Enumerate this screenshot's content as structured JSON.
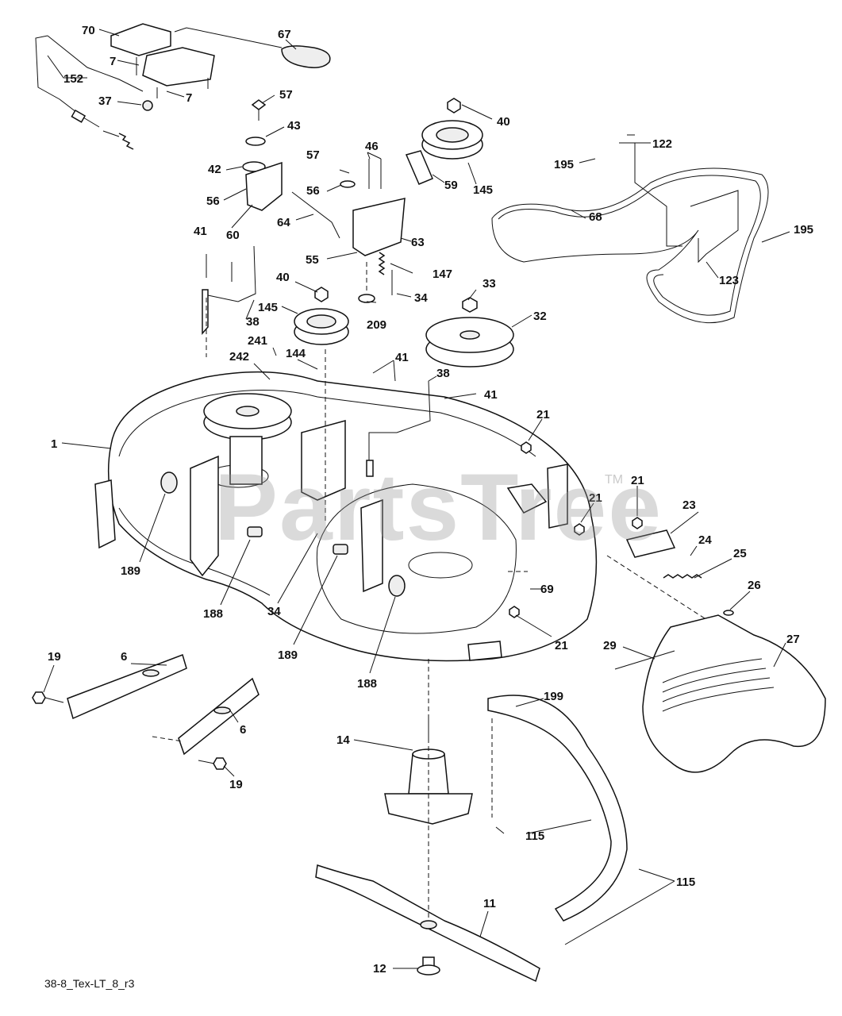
{
  "watermark": "PartsTree",
  "watermark_tm": "TM",
  "footer_code": "38-8_Tex-LT_8_r3",
  "callouts": [
    {
      "label": "70"
    },
    {
      "label": "7"
    },
    {
      "label": "152"
    },
    {
      "label": "37"
    },
    {
      "label": "7"
    },
    {
      "label": "67"
    },
    {
      "label": "57"
    },
    {
      "label": "43"
    },
    {
      "label": "42"
    },
    {
      "label": "56"
    },
    {
      "label": "60"
    },
    {
      "label": "57"
    },
    {
      "label": "46"
    },
    {
      "label": "56"
    },
    {
      "label": "64"
    },
    {
      "label": "40"
    },
    {
      "label": "145"
    },
    {
      "label": "59"
    },
    {
      "label": "122"
    },
    {
      "label": "195"
    },
    {
      "label": "68"
    },
    {
      "label": "195"
    },
    {
      "label": "123"
    },
    {
      "label": "63"
    },
    {
      "label": "55"
    },
    {
      "label": "147"
    },
    {
      "label": "41"
    },
    {
      "label": "38"
    },
    {
      "label": "40"
    },
    {
      "label": "145"
    },
    {
      "label": "34"
    },
    {
      "label": "209"
    },
    {
      "label": "33"
    },
    {
      "label": "32"
    },
    {
      "label": "241"
    },
    {
      "label": "242"
    },
    {
      "label": "144"
    },
    {
      "label": "41"
    },
    {
      "label": "38"
    },
    {
      "label": "41"
    },
    {
      "label": "1"
    },
    {
      "label": "21"
    },
    {
      "label": "21"
    },
    {
      "label": "21"
    },
    {
      "label": "23"
    },
    {
      "label": "24"
    },
    {
      "label": "25"
    },
    {
      "label": "26"
    },
    {
      "label": "189"
    },
    {
      "label": "188"
    },
    {
      "label": "34"
    },
    {
      "label": "189"
    },
    {
      "label": "188"
    },
    {
      "label": "69"
    },
    {
      "label": "21"
    },
    {
      "label": "29"
    },
    {
      "label": "27"
    },
    {
      "label": "19"
    },
    {
      "label": "6"
    },
    {
      "label": "6"
    },
    {
      "label": "19"
    },
    {
      "label": "14"
    },
    {
      "label": "199"
    },
    {
      "label": "115"
    },
    {
      "label": "115"
    },
    {
      "label": "11"
    },
    {
      "label": "12"
    }
  ]
}
